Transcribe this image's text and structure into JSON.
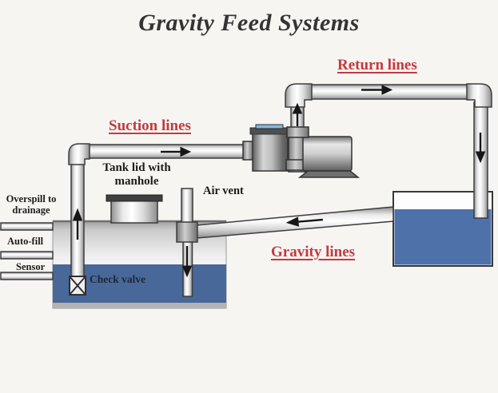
{
  "title": "Gravity Feed Systems",
  "labels": {
    "return_lines": "Return lines",
    "suction_lines": "Suction lines",
    "gravity_lines": "Gravity lines",
    "tank_lid": "Tank lid with manhole",
    "air_vent": "Air vent",
    "overspill": "Overspill to drainage",
    "auto_fill": "Auto-fill",
    "sensor": "Sensor",
    "check_valve": "Check valve"
  },
  "colors": {
    "line_label_red": "#c23a40",
    "water_blue_left": "#48689a",
    "water_blue_right": "#4d72a9",
    "text_black": "#1c1c1c",
    "background": "#f7f5f1",
    "pipe_outline": "#3d3d3d"
  }
}
